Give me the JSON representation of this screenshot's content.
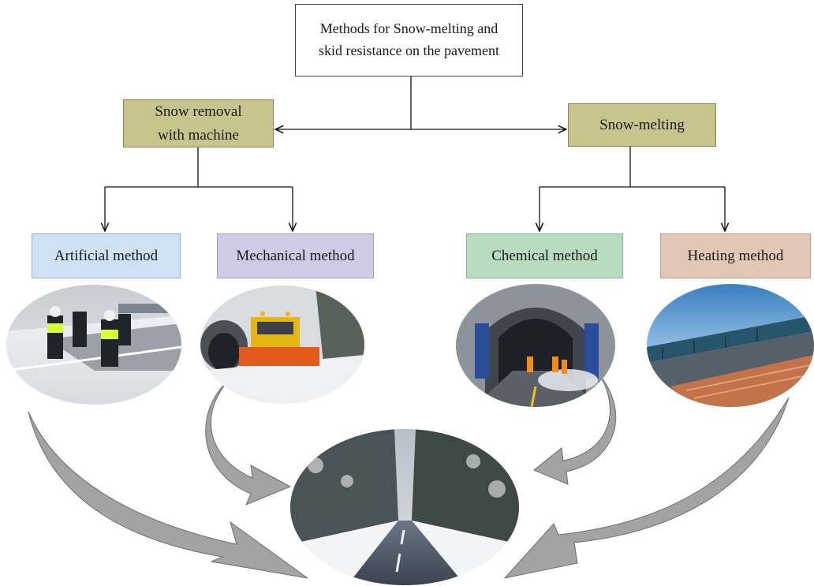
{
  "title": {
    "line1": "Methods for Snow-melting and",
    "line2": "skid resistance on the pavement"
  },
  "branches": {
    "removal": {
      "line1": "Snow removal",
      "line2": "with machine"
    },
    "melting": {
      "label": "Snow-melting"
    }
  },
  "methods": {
    "artificial": "Artificial method",
    "mechanical": "Mechanical method",
    "chemical": "Chemical method",
    "heating": "Heating method"
  },
  "colors": {
    "olive_box": "#c8c48e",
    "artificial_box": "#cde2f5",
    "mechanical_box": "#cfcbe6",
    "chemical_box": "#b9dcc0",
    "heating_box": "#e3c7b6",
    "curved_arrow": "#a3a3a3"
  }
}
